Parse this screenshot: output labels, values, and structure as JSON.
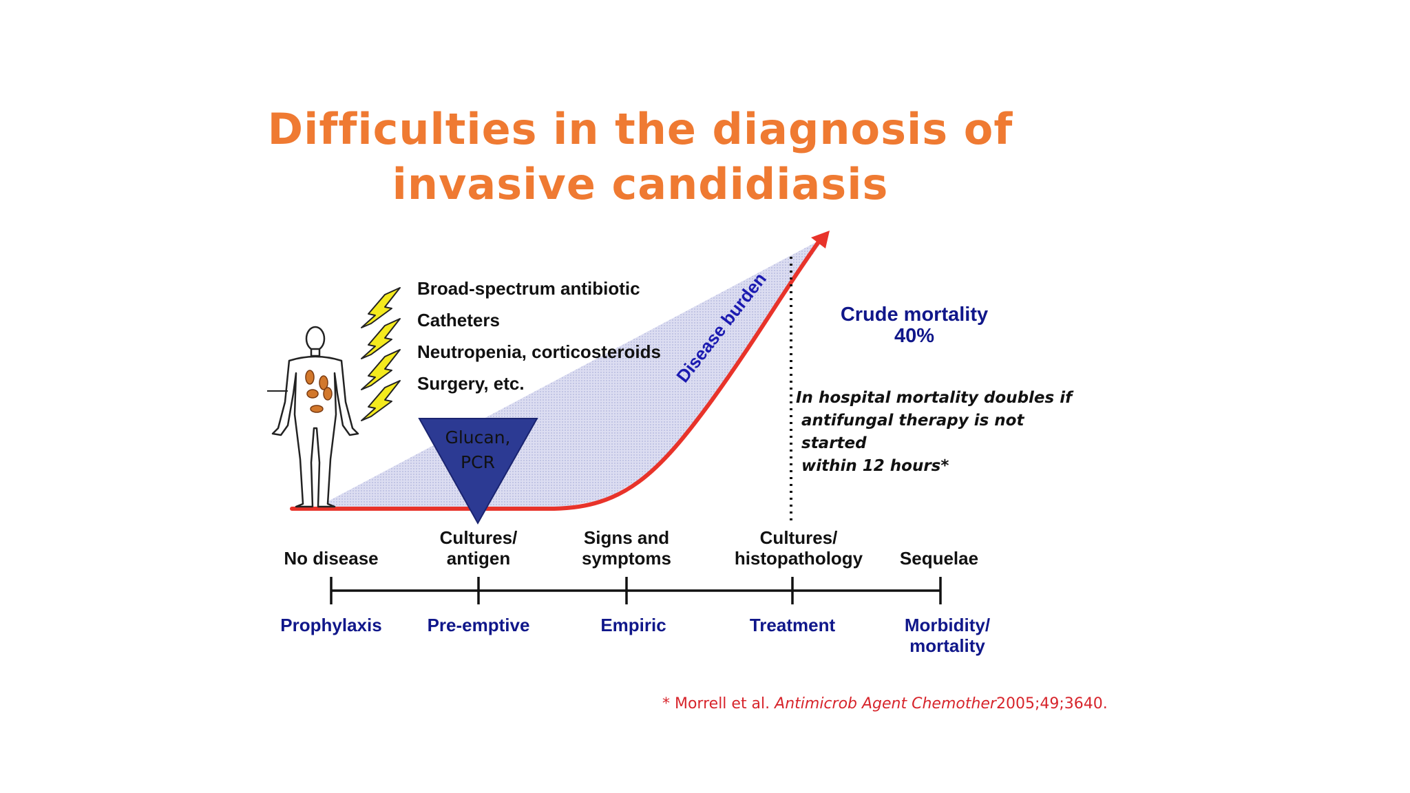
{
  "title": {
    "line1": "Difficulties in the diagnosis of",
    "line2": "invasive candidiasis"
  },
  "risk_factors": [
    "Broad-spectrum antibiotic",
    "Catheters",
    "Neutropenia, corticosteroids",
    "Surgery, etc."
  ],
  "icons": {
    "risk": "lightning-bolt-icon",
    "patient": "human-body-icon"
  },
  "curve_label": "Disease burden",
  "early_test": {
    "line1": "Glucan,",
    "line2": "PCR"
  },
  "crude_mortality": {
    "label": "Crude mortality",
    "value": "40%"
  },
  "mortality_note": [
    "In hospital mortality doubles if",
    "antifungal therapy is not started",
    "within 12 hours*"
  ],
  "stages": [
    {
      "line1": "",
      "line2": "No disease"
    },
    {
      "line1": "Cultures/",
      "line2": "antigen"
    },
    {
      "line1": "Signs and",
      "line2": "symptoms"
    },
    {
      "line1": "Cultures/",
      "line2": "histopathology"
    },
    {
      "line1": "",
      "line2": "Sequelae"
    }
  ],
  "strategies": [
    {
      "line1": "Prophylaxis",
      "line2": ""
    },
    {
      "line1": "Pre-emptive",
      "line2": ""
    },
    {
      "line1": "Empiric",
      "line2": ""
    },
    {
      "line1": "Treatment",
      "line2": ""
    },
    {
      "line1": "Morbidity/",
      "line2": "mortality"
    }
  ],
  "reference": {
    "prefix": "* Morrell et al. ",
    "journal": "Antimicrob Agent Chemother",
    "citation": "2005;49;3640."
  },
  "colors": {
    "title": "#ef7a32",
    "curve": "#e8332a",
    "triangle": "#2c3a93",
    "strategy_text": "#10178a",
    "reference": "#d7242b",
    "bolt": "#f4ea1e"
  }
}
